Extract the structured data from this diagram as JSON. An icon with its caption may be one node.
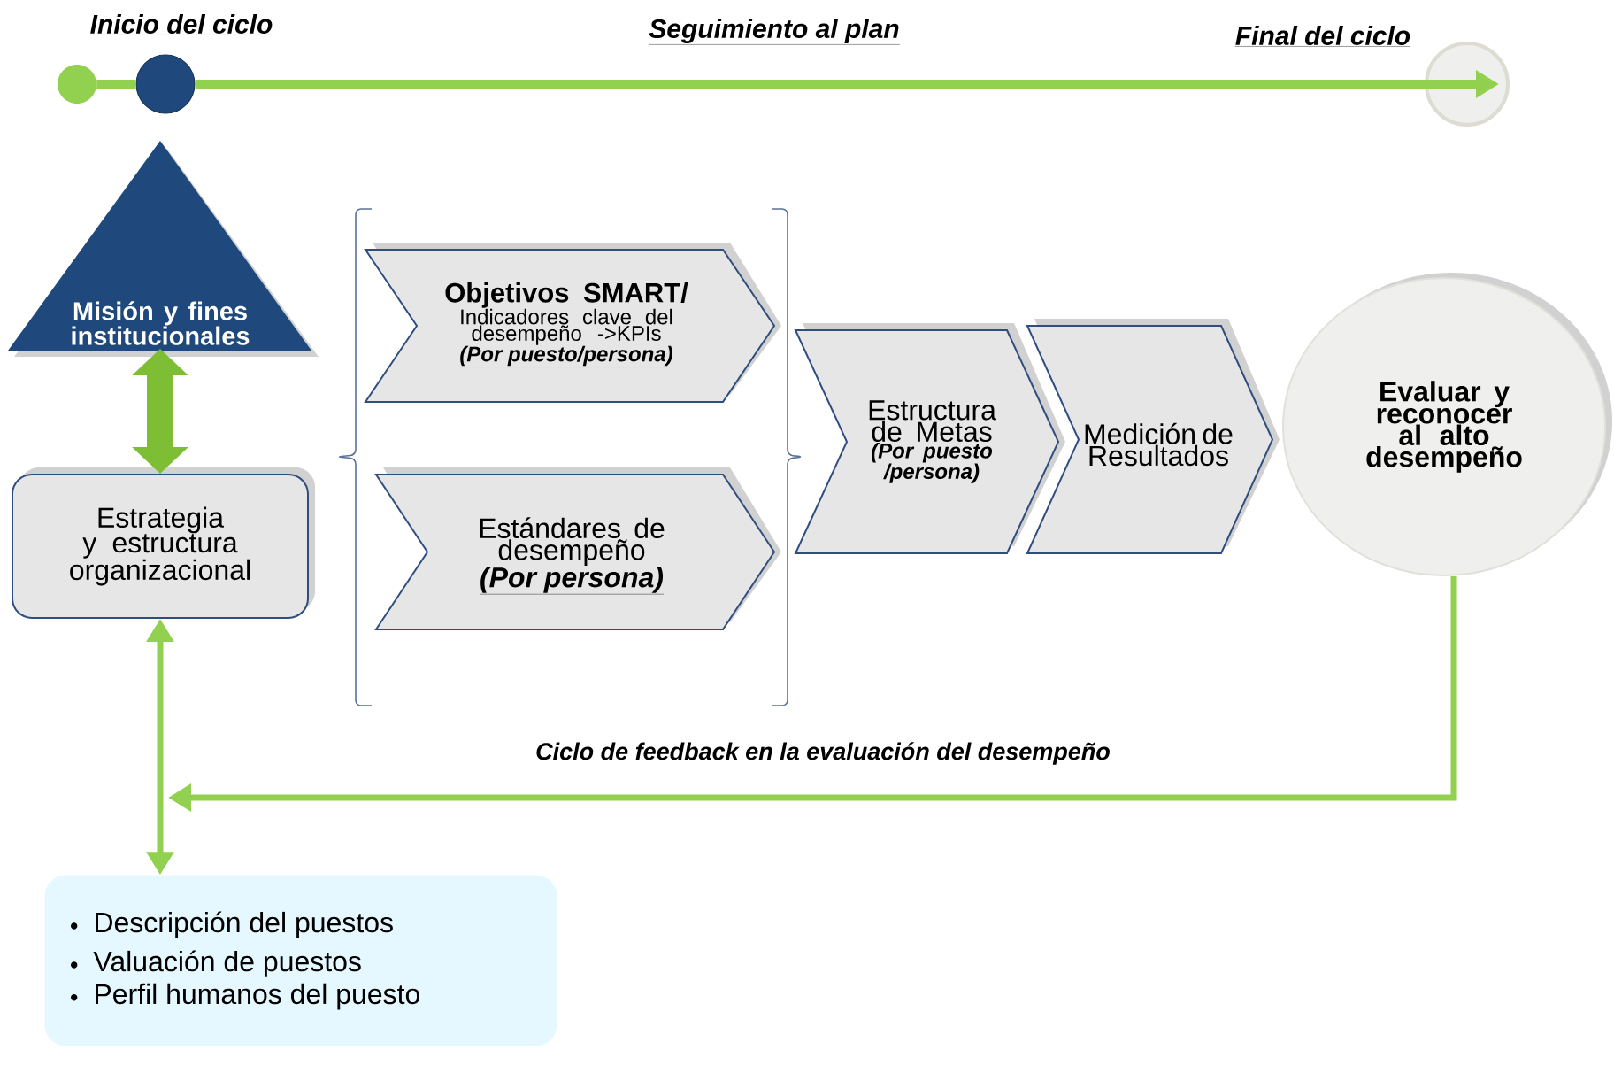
{
  "diagram": {
    "nodes": [
      {
        "text": [],
        "shape": "circle"
      },
      {
        "text": [],
        "shape": "circle"
      },
      {
        "text": [],
        "shape": "circle"
      },
      {
        "text": [
          "Misión y fines institucionales"
        ]
      },
      {
        "text": [
          "Estrategia y estructura organizacional"
        ]
      },
      {
        "text": [
          "Objetivos SMART/",
          "Indicadores clave del desempeño ->KPIs",
          "(Por puesto/persona)"
        ]
      },
      {
        "text": [
          "Estándares de desempeño",
          "(Por persona)"
        ]
      },
      {
        "text": [
          "Estructura de Metas",
          "(Por puesto /persona)"
        ]
      },
      {
        "text": [
          "Medición de Resultados"
        ]
      },
      {
        "text": [
          "Evaluar y reconocer al alto desempeño"
        ]
      },
      {
        "text": [
          "Descripción del puestos",
          "Valuación de puestos",
          "Perfil humanos del puesto"
        ]
      }
    ],
    "edges": [
      {
        "from": 0,
        "to": 1,
        "arrow": "none"
      },
      {
        "from": 1,
        "to": 2,
        "arrow": "to"
      },
      {
        "from": 3,
        "to": 4,
        "arrow": "both",
        "style": "thick",
        "color": "#7dbe34"
      },
      {
        "from": 9,
        "to": null,
        "arrow": "to",
        "label": "Ciclo de feedback en la evaluación del desempeño"
      },
      {
        "from": 4,
        "to": 10,
        "arrow": "both"
      }
    ],
    "labels": [
      "Inicio del ciclo",
      "Seguimiento al plan",
      "Final del ciclo"
    ]
  }
}
